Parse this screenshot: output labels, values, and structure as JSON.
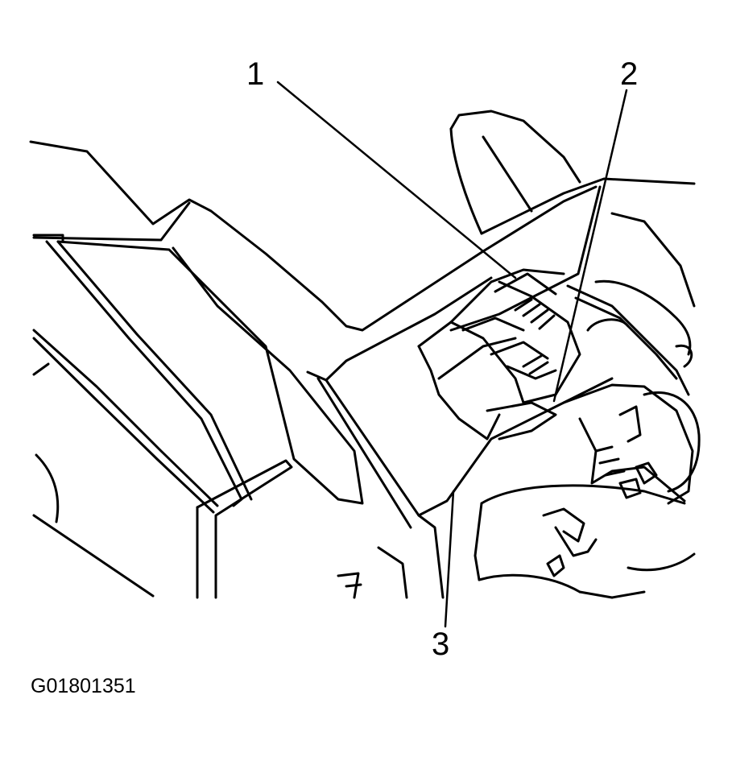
{
  "figure": {
    "id": "G01801351",
    "callouts": [
      {
        "label": "1"
      },
      {
        "label": "2"
      },
      {
        "label": "3"
      }
    ]
  },
  "colors": {
    "ink": "#000000",
    "paper": "#ffffff"
  }
}
